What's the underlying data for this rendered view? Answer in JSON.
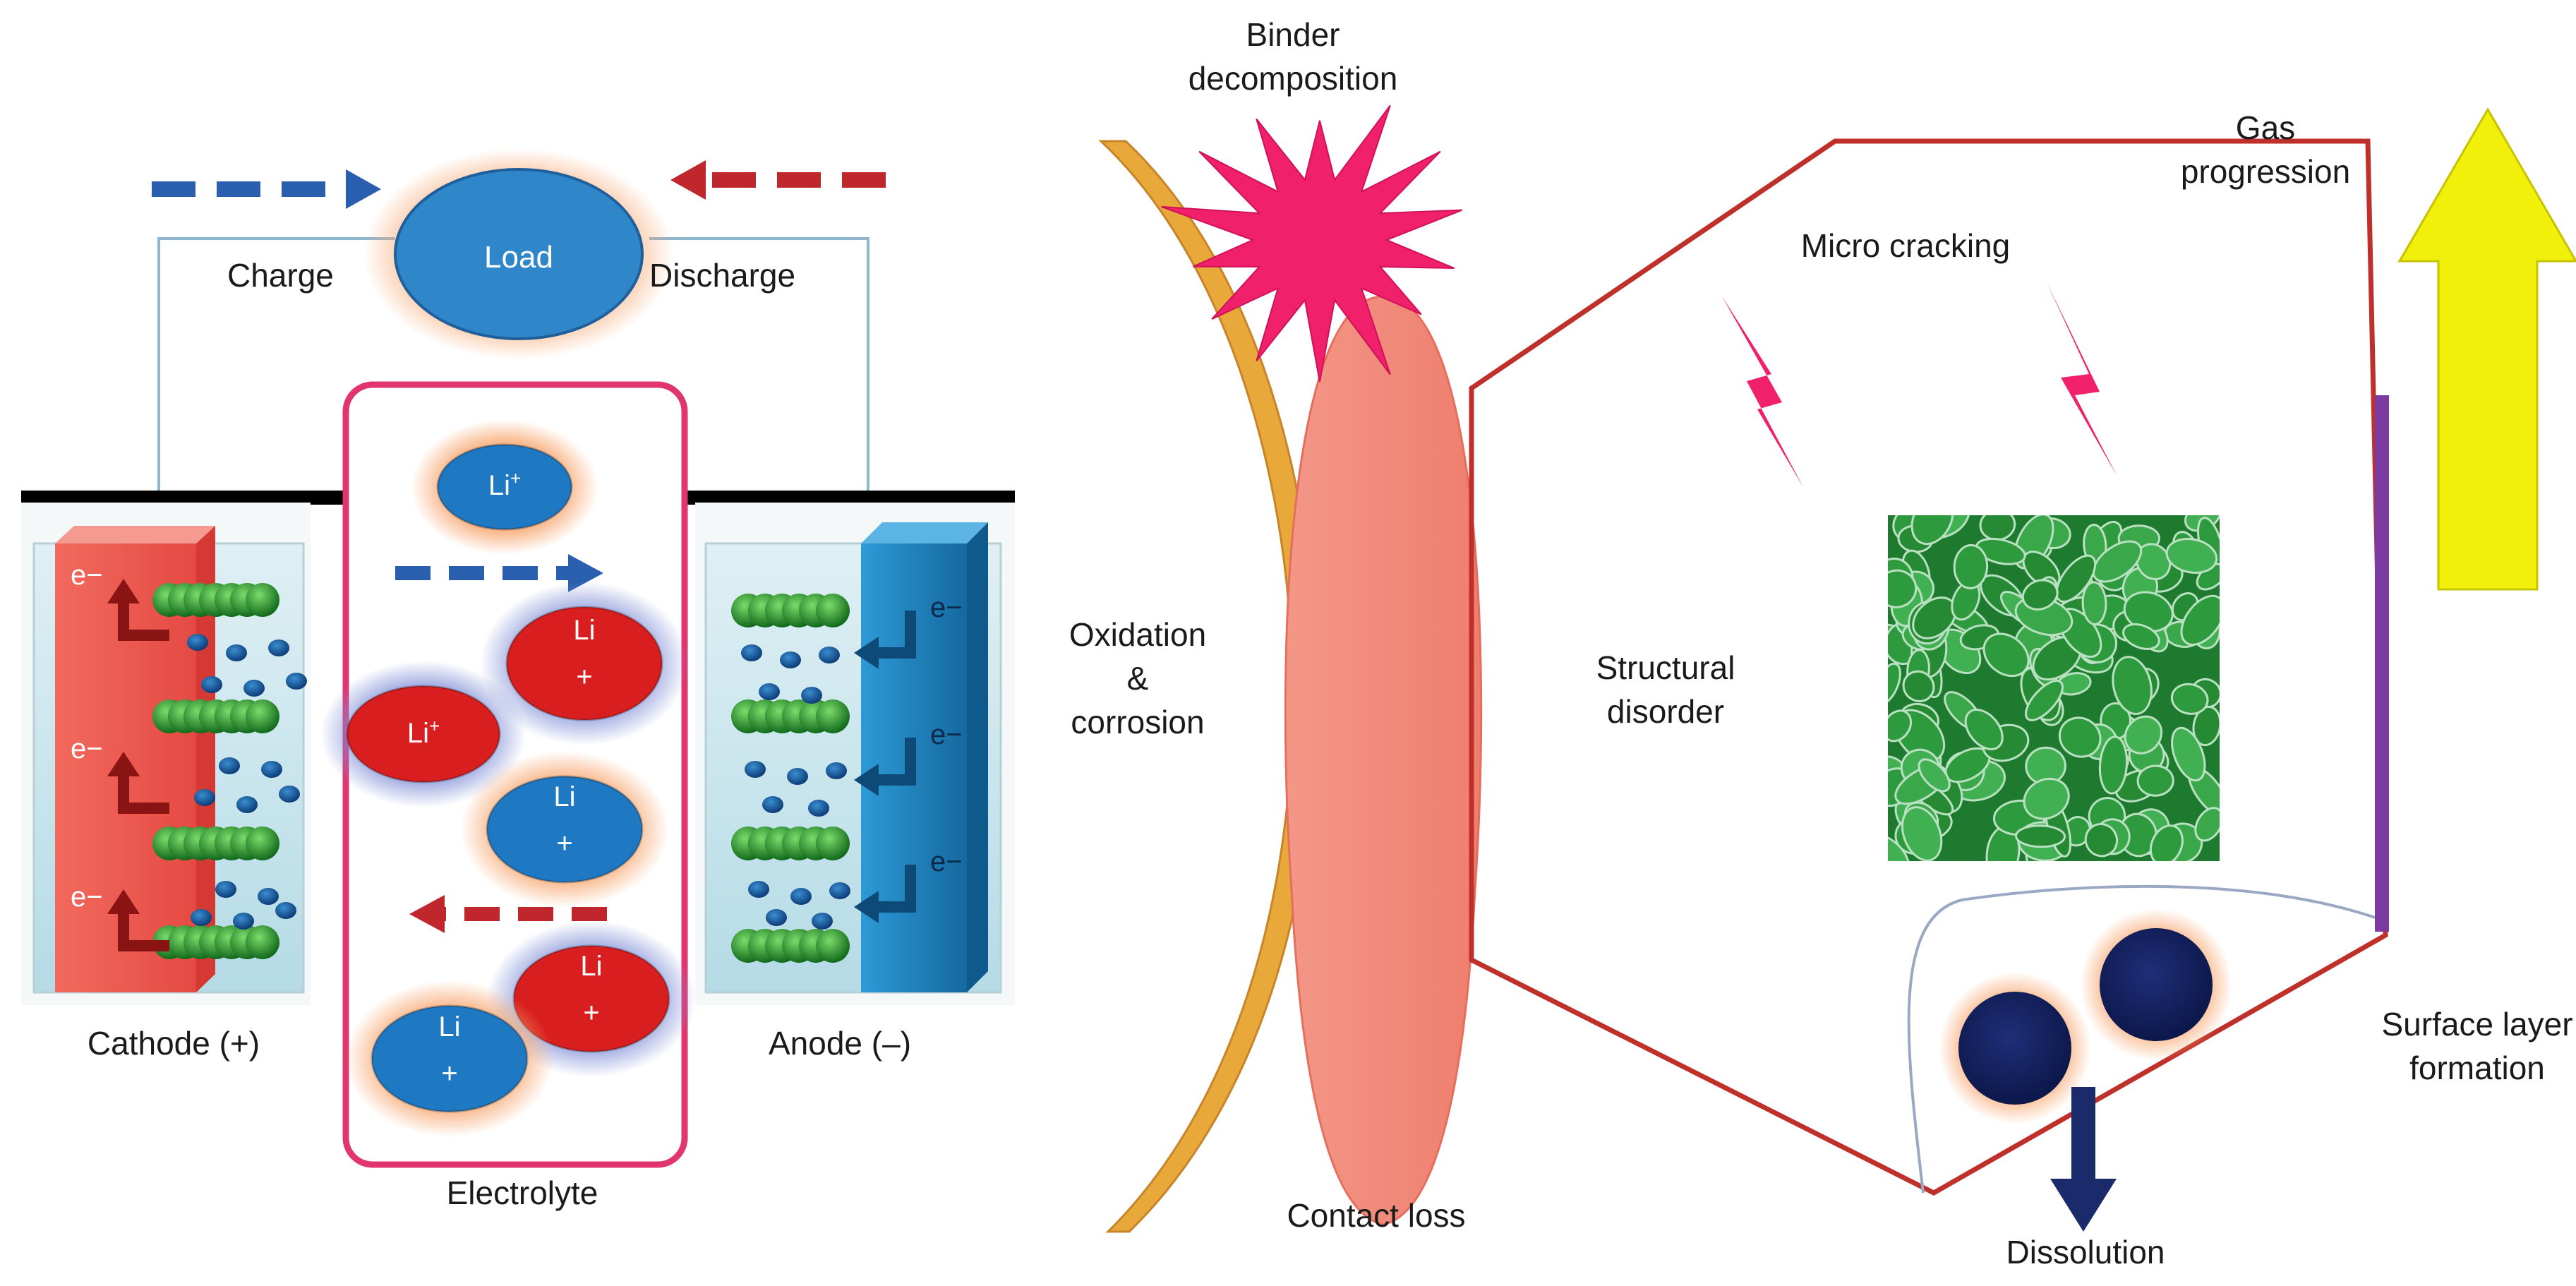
{
  "battery": {
    "load_label": "Load",
    "charge_label": "Charge",
    "discharge_label": "Discharge",
    "cathode_label": "Cathode (+)",
    "anode_label": "Anode (–)",
    "electrolyte_label": "Electrolyte",
    "electron_symbol": "e−",
    "li_text": "Li",
    "plus_text": "+"
  },
  "degradation": {
    "binder_decomposition": [
      "Binder",
      "decomposition"
    ],
    "oxidation_corrosion": [
      "Oxidation",
      "&",
      "corrosion"
    ],
    "contact_loss": "Contact loss",
    "micro_cracking": "Micro cracking",
    "structural_disorder": [
      "Structural",
      "disorder"
    ],
    "gas_progression": [
      "Gas",
      "progression"
    ],
    "surface_layer_formation": [
      "Surface layer",
      "formation"
    ],
    "dissolution": "Dissolution"
  },
  "colors": {
    "cathode_red": "#e8433f",
    "anode_blue": "#1f86c8",
    "ion_blue": "#1e78c2",
    "ion_red": "#d81e1e",
    "charge_arrow": "#2a5fb0",
    "discharge_arrow": "#c0272d",
    "electrolyte_border": "#e0356e",
    "particle_red_outline": "#c0302a",
    "binder_star": "#f0206a",
    "contact_loss": "#f48b7e",
    "corrosion_arc": "#e8a93a",
    "gas_arrow": "#f1f00a",
    "surface_layer": "#7a3aa0",
    "dissolved_sphere": "#12235e",
    "structure_green": "#2e9a3e"
  }
}
